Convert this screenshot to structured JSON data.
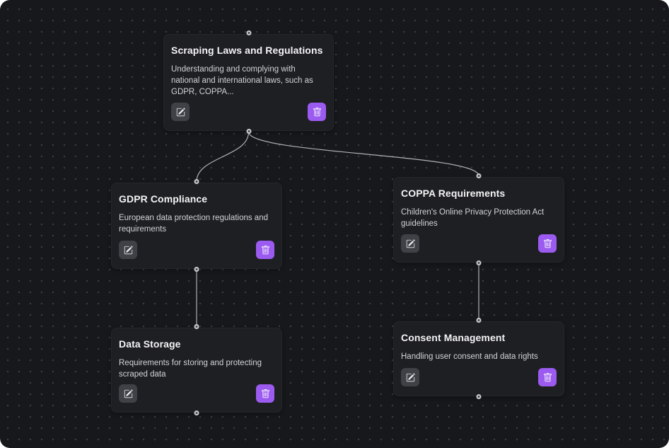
{
  "canvas": {
    "background": "#17181c",
    "dot_color": "#3a3d43",
    "edge_color": "#b0b1b5"
  },
  "colors": {
    "accent_purple": "#9b5bf0",
    "card_background": "#1e1f23",
    "title_text": "#f4f4f5",
    "description_text": "#d2d3d7",
    "edit_button_background": "#3f4146"
  },
  "icons": {
    "edit": "pencil-square-icon",
    "delete": "trash-icon",
    "handle": "connection-handle"
  },
  "nodes": [
    {
      "title": "Scraping Laws and Regulations",
      "description": "Understanding and complying with national and international laws, such as GDPR, COPPA..."
    },
    {
      "title": "GDPR Compliance",
      "description": "European data protection regulations and requirements"
    },
    {
      "title": "COPPA Requirements",
      "description": "Children's Online Privacy Protection Act guidelines"
    },
    {
      "title": "Data Storage",
      "description": "Requirements for storing and protecting scraped data"
    },
    {
      "title": "Consent Management",
      "description": "Handling user consent and data rights"
    }
  ],
  "edges": [
    {
      "from": "Scraping Laws and Regulations",
      "to": "GDPR Compliance",
      "shape": "bezier"
    },
    {
      "from": "Scraping Laws and Regulations",
      "to": "COPPA Requirements",
      "shape": "bezier"
    },
    {
      "from": "GDPR Compliance",
      "to": "Data Storage",
      "shape": "straight"
    },
    {
      "from": "COPPA Requirements",
      "to": "Consent Management",
      "shape": "straight"
    }
  ]
}
